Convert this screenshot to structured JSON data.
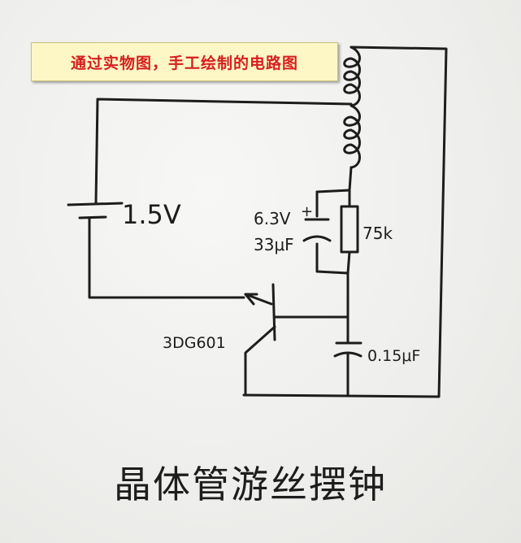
{
  "caption": "通过实物图，手工绘制的电路图",
  "components": {
    "battery_voltage": "1.5V",
    "capacitor_voltage": "6.3V",
    "capacitor_polarity": "+",
    "capacitor_value": "33μF",
    "resistor_value": "75k",
    "transistor_model": "3DG601",
    "coupling_capacitor": "0.15μF"
  },
  "handwritten_title": "晶体管游丝摆钟"
}
